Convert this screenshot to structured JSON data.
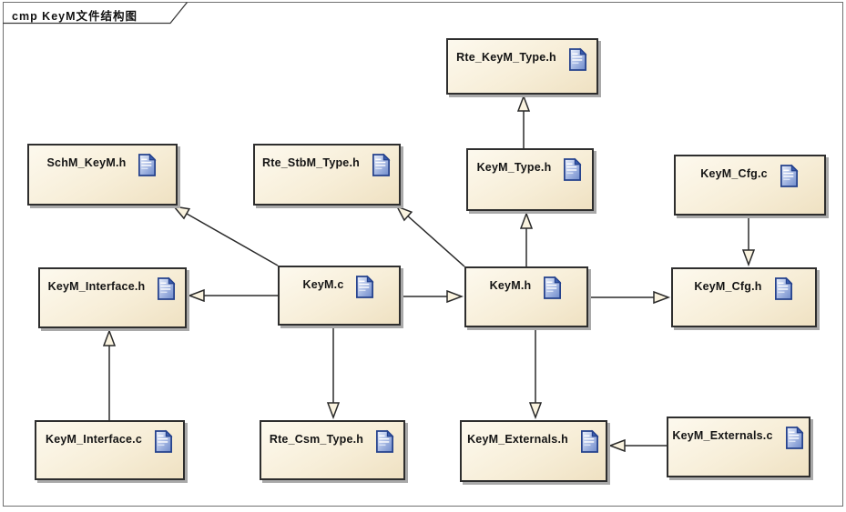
{
  "frame": {
    "title": "cmp KeyM文件结构图",
    "type_label": "component diagram frame"
  },
  "nodes": [
    {
      "id": "rte-keym-type-h",
      "label": "Rte_KeyM_Type.h",
      "icon": "document-icon"
    },
    {
      "id": "schm-keym-h",
      "label": "SchM_KeyM.h",
      "icon": "document-icon"
    },
    {
      "id": "rte-stbm-type-h",
      "label": "Rte_StbM_Type.h",
      "icon": "document-icon"
    },
    {
      "id": "keym-type-h",
      "label": "KeyM_Type.h",
      "icon": "document-icon"
    },
    {
      "id": "keym-cfg-c",
      "label": "KeyM_Cfg.c",
      "icon": "document-icon"
    },
    {
      "id": "keym-interface-h",
      "label": "KeyM_Interface.h",
      "icon": "document-icon"
    },
    {
      "id": "keym-c",
      "label": "KeyM.c",
      "icon": "document-icon"
    },
    {
      "id": "keym-h",
      "label": "KeyM.h",
      "icon": "document-icon"
    },
    {
      "id": "keym-cfg-h",
      "label": "KeyM_Cfg.h",
      "icon": "document-icon"
    },
    {
      "id": "keym-interface-c",
      "label": "KeyM_Interface.c",
      "icon": "document-icon"
    },
    {
      "id": "rte-csm-type-h",
      "label": "Rte_Csm_Type.h",
      "icon": "document-icon"
    },
    {
      "id": "keym-externals-h",
      "label": "KeyM_Externals.h",
      "icon": "document-icon"
    },
    {
      "id": "keym-externals-c",
      "label": "KeyM_Externals.c",
      "icon": "document-icon"
    }
  ],
  "edges": [
    {
      "from": "KeyM_Type.h",
      "to": "Rte_KeyM_Type.h",
      "style": "open-triangle"
    },
    {
      "from": "KeyM.c",
      "to": "SchM_KeyM.h",
      "style": "open-triangle"
    },
    {
      "from": "KeyM.h",
      "to": "Rte_StbM_Type.h",
      "style": "open-triangle"
    },
    {
      "from": "KeyM.h",
      "to": "KeyM_Type.h",
      "style": "open-triangle"
    },
    {
      "from": "KeyM.c",
      "to": "KeyM_Interface.h",
      "style": "open-triangle"
    },
    {
      "from": "KeyM.c",
      "to": "KeyM.h",
      "style": "open-triangle"
    },
    {
      "from": "KeyM.h",
      "to": "KeyM_Cfg.h",
      "style": "open-triangle"
    },
    {
      "from": "KeyM_Cfg.c",
      "to": "KeyM_Cfg.h",
      "style": "open-triangle"
    },
    {
      "from": "KeyM.c",
      "to": "Rte_Csm_Type.h",
      "style": "open-triangle"
    },
    {
      "from": "KeyM.h",
      "to": "KeyM_Externals.h",
      "style": "open-triangle"
    },
    {
      "from": "KeyM_Interface.c",
      "to": "KeyM_Interface.h",
      "style": "open-triangle"
    },
    {
      "from": "KeyM_Externals.c",
      "to": "KeyM_Externals.h",
      "style": "open-triangle"
    }
  ],
  "colors": {
    "node_fill_light": "#fdf9ee",
    "node_fill_dark": "#efe1c2",
    "node_border": "#2e2e2e",
    "node_shadow": "#a9a9a9",
    "edge_line": "#2a2a2a",
    "arrow_fill": "#faf3df",
    "frame_border": "#707070",
    "icon_blue": "#2b4d9b"
  }
}
